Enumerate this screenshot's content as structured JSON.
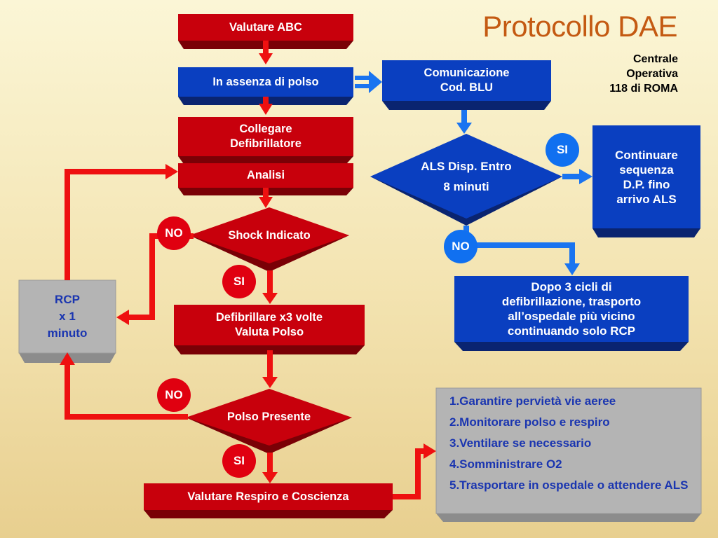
{
  "title": "Protocollo DAE",
  "centrale": [
    "Centrale",
    "Operativa",
    "118 di ROMA"
  ],
  "steps": {
    "valutare_abc": "Valutare ABC",
    "assenza_polso": "In assenza di polso",
    "comunicazione": [
      "Comunicazione",
      "Cod. BLU"
    ],
    "collegare": [
      "Collegare",
      "Defibrillatore"
    ],
    "analisi": "Analisi",
    "shock_indicato": "Shock Indicato",
    "defibrillare": [
      "Defibrillare x3 volte",
      "Valuta Polso"
    ],
    "polso_presente": "Polso Presente",
    "valutare_respiro": "Valutare Respiro e Coscienza",
    "als_disp": [
      "ALS Disp. Entro",
      "8 minuti"
    ],
    "continuare": [
      "Continuare",
      "sequenza",
      "D.P. fino",
      "arrivo ALS"
    ],
    "dopo_cicli": [
      "Dopo 3 cicli di",
      "defibrillazione, trasporto",
      "all’ospedale più vicino",
      "continuando solo RCP"
    ],
    "rcp": [
      "RCP",
      "x 1",
      "minuto"
    ]
  },
  "badges": {
    "no_shock": "NO",
    "si_shock": "SI",
    "no_polso": "NO",
    "si_polso": "SI",
    "si_als": "SI",
    "no_als": "NO"
  },
  "list": [
    "1.Garantire pervietà vie aeree",
    "2.Monitorare polso e respiro",
    "3.Ventilare se necessario",
    "4.Somministrare O2",
    "5.Trasportare in ospedale o attendere ALS"
  ],
  "colors": {
    "red": "#c8000c",
    "red_dark": "#7a0006",
    "blue": "#0a3fc0",
    "blue_dark": "#0a2470",
    "badge_red": "#e00010",
    "badge_blue": "#1070f0",
    "gray_box": "#b4b4b4",
    "arrow_red": "#ee1010",
    "arrow_blue": "#1a74f0",
    "title": "#c45a12"
  }
}
